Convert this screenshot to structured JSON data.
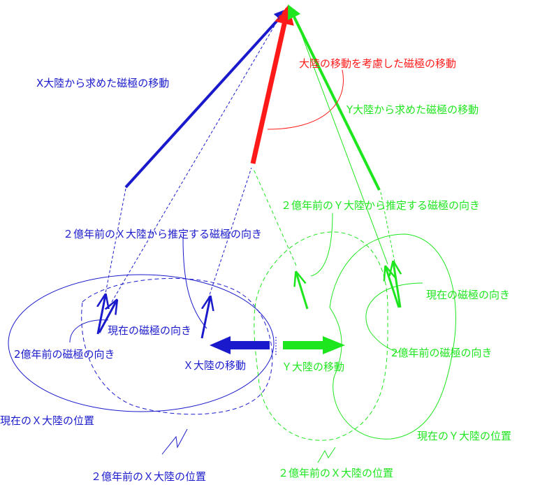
{
  "colors": {
    "x_continent": "#1a1acc",
    "y_continent": "#1ee61e",
    "corrected": "#ff1a1a"
  },
  "labels": {
    "x_path": "X大陸から求めた磁極の移動",
    "corrected_path": "大陸の移動を考慮した磁極の移動",
    "y_path": "Y大陸から求めた磁極の移動",
    "y_past_dir": "２億年前のＹ大陸から推定する磁極の向き",
    "x_past_dir": "２億年前のＸ大陸から推定する磁極の向き",
    "y_present_dir": "現在の磁極の向き",
    "x_present_dir": "現在の磁極の向き",
    "x_past_field": "2億年前の磁極の向き",
    "y_past_field": "2億年前の磁極の向き",
    "x_move": "Ｘ大陸の移動",
    "y_move": "Ｙ大陸の移動",
    "x_present_pos": "現在のＸ大陸の位置",
    "y_present_pos": "現在のＹ大陸の位置",
    "x_past_pos": "２億年前のＸ大陸の位置",
    "y_past_pos": "２億年前のＸ大陸の位置"
  }
}
